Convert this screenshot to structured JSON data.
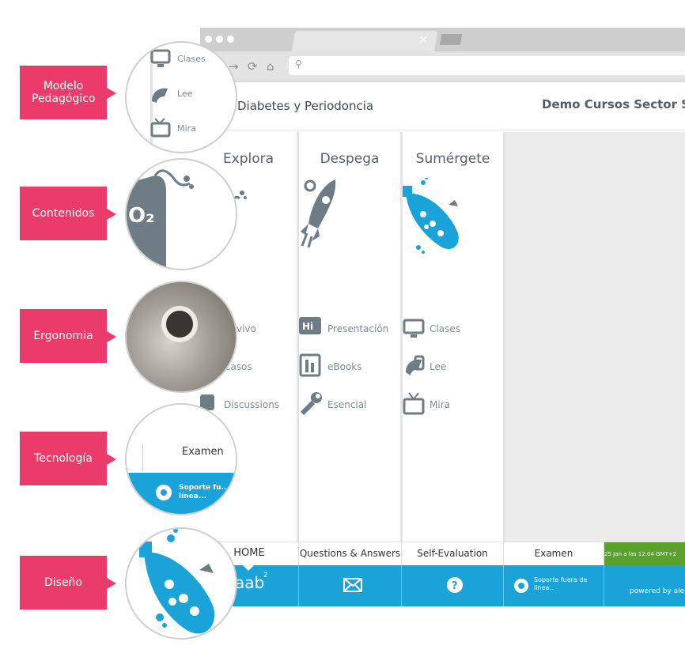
{
  "side_labels": [
    {
      "text": "Modelo Pedagógico"
    },
    {
      "text": "Contenidos"
    },
    {
      "text": "Ergonomia"
    },
    {
      "text": "Tecnología"
    },
    {
      "text": "Diseño"
    }
  ],
  "zoom": {
    "clases": "Clases",
    "lee": "Lee",
    "mira": "Mira",
    "o2": "O₂",
    "examen": "Examen",
    "soporte": "Soporte fu... línea..."
  },
  "browser": {
    "tab_close": "×",
    "course_title": "Diabetes y Periodoncia",
    "brand": "Demo Cursos Sector S"
  },
  "columns": [
    {
      "title": "Explora",
      "items": [
        "vivo",
        "Casos",
        "Discussions"
      ]
    },
    {
      "title": "Despega",
      "items": [
        "Presentación",
        "eBooks",
        "Esencial"
      ]
    },
    {
      "title": "Sumérgete",
      "items": [
        "Clases",
        "Lee",
        "Mira"
      ]
    }
  ],
  "nav": {
    "home": "HOME",
    "qa": "Questions & Answers",
    "self": "Self-Evaluation",
    "exam": "Examen",
    "date": "25 Jan a las 12:04 GMT+2"
  },
  "bottom": {
    "logo": "aab",
    "logo_sup": "2",
    "support": "Soporte fuera de linea...",
    "powered": "powered by ale"
  },
  "colors": {
    "pink": "#eb3b6a",
    "blue": "#1aa3d8",
    "green": "#5aa02c",
    "slate": "#6e7c86"
  }
}
